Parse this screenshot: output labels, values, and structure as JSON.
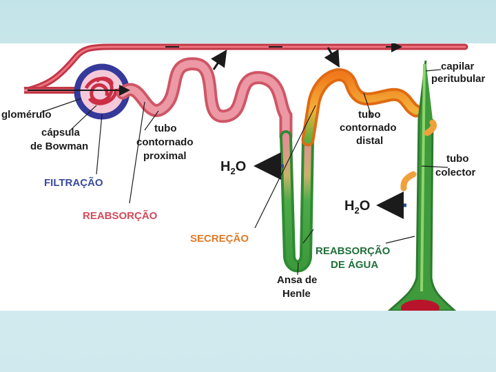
{
  "labels": {
    "capilar": [
      "capilar",
      "peritubular"
    ],
    "glomerulo": "glomérulo",
    "capsula": [
      "cápsula",
      "de Bowman"
    ],
    "tubo_proximal": [
      "tubo",
      "contornado",
      "proximal"
    ],
    "tubo_distal": [
      "tubo",
      "contornado",
      "distal"
    ],
    "tubo_colector": [
      "tubo",
      "colector"
    ],
    "h2o_1": "H",
    "h2o_2": "H",
    "h2o_sub": "2",
    "h2o_o": "O",
    "ansa": [
      "Ansa de",
      "Henle"
    ]
  },
  "processes": {
    "filtracao": "FILTRAÇÃO",
    "reabsorcao": "REABSORÇÃO",
    "secrecao": "SECREÇÃO",
    "reabsorcao_agua": [
      "REABSORÇÃO",
      "DE ÁGUA"
    ]
  },
  "colors": {
    "capillary": "#e2505c",
    "proximal": "#e88a97",
    "loop": "#4caa48",
    "distal": "#f08a1e",
    "collecting": "#3e9a3b",
    "capsule": "#3b3f9a",
    "arrow": "#2c4f9a"
  }
}
